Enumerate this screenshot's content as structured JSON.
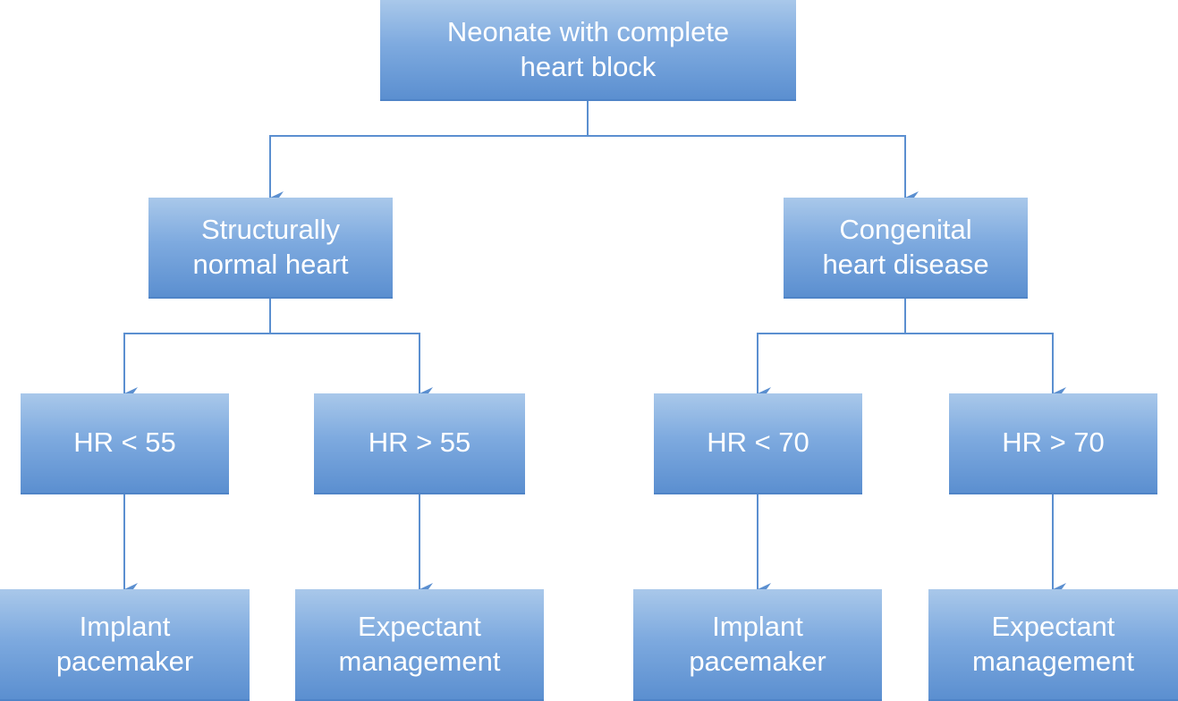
{
  "colors": {
    "node_top": "#a9c8ea",
    "node_bottom": "#5b8fd0",
    "connector": "#5b8fd0",
    "text": "#ffffff"
  },
  "root": {
    "label": "Neonate with complete\nheart block"
  },
  "branches": {
    "normal": {
      "label": "Structurally\nnormal heart",
      "low": {
        "label": "HR < 55",
        "outcome": "Implant\npacemaker"
      },
      "high": {
        "label": "HR > 55",
        "outcome": "Expectant\nmanagement"
      }
    },
    "chd": {
      "label": "Congenital\nheart disease",
      "low": {
        "label": "HR < 70",
        "outcome": "Implant\npacemaker"
      },
      "high": {
        "label": "HR > 70",
        "outcome": "Expectant\nmanagement"
      }
    }
  }
}
